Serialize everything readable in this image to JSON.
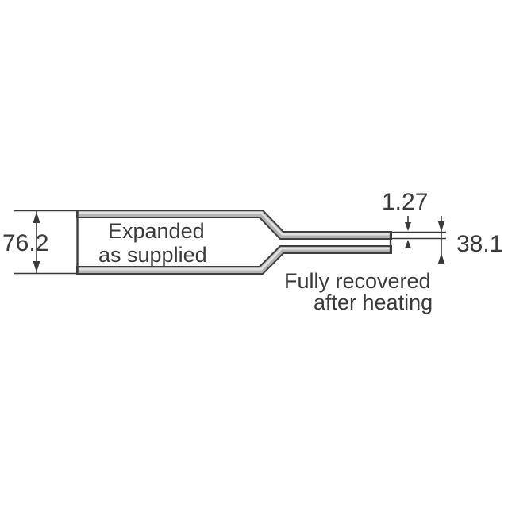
{
  "figure": {
    "title": "Heat-shrink tubing recovery diagram",
    "type": "technical-drawing",
    "background_color": "#ffffff",
    "line_color": "#3a3a3a",
    "wall_fill_color": "#b4b4b4",
    "wall_highlight_color": "#e2e2e2",
    "wall_stroke_color": "#3f3f3f"
  },
  "dimensions": {
    "expanded_diameter": {
      "value": "76.2",
      "name": "expanded-diameter",
      "position": "left",
      "arrows": "both"
    },
    "wall_thickness": {
      "value": "1.27",
      "name": "wall-thickness",
      "position": "top-right",
      "arrows": "both"
    },
    "recovered_diameter": {
      "value": "38.1",
      "name": "recovered-diameter",
      "position": "right",
      "arrows": "both"
    }
  },
  "labels": {
    "expanded": {
      "line1": "Expanded",
      "line2": "as supplied"
    },
    "recovered": {
      "line1": "Fully recovered",
      "line2": "after heating"
    }
  }
}
